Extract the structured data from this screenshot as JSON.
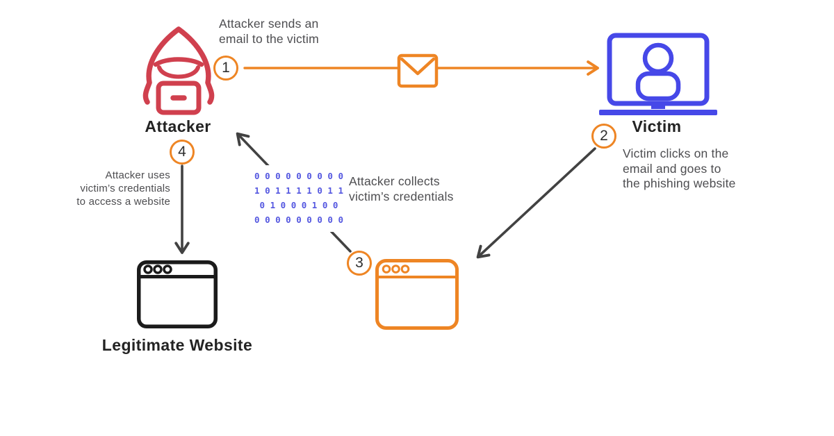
{
  "colors": {
    "red": "#d0404e",
    "orange": "#ee8524",
    "blue": "#4648e8",
    "binary_blue": "#5457e0",
    "arrow": "#424242",
    "caption_text": "#4d4d50",
    "label_text": "#232323"
  },
  "nodes": {
    "attacker": {
      "label": "Attacker",
      "icon": "hooded-hacker-with-laptop"
    },
    "victim": {
      "label": "Victim",
      "icon": "laptop-with-user"
    },
    "phishing_website": {
      "icon": "browser-window-orange"
    },
    "legitimate_website": {
      "label": "Legitimate Website",
      "icon": "browser-window-black"
    },
    "email": {
      "icon": "envelope"
    }
  },
  "steps": [
    {
      "number": "1",
      "caption": "Attacker sends an\nemail to the victim"
    },
    {
      "number": "2",
      "caption": "Victim clicks on the\nemail and goes to\nthe phishing website"
    },
    {
      "number": "3",
      "caption": "Attacker collects\nvictim’s credentials"
    },
    {
      "number": "4",
      "caption": "Attacker uses\nvictim’s credentials\nto access a website"
    }
  ],
  "binary": {
    "rows": [
      "0 0 0 0 0 0 0 0 0",
      "1 0 1 1 1 1 0 1 1",
      "0 1 0 0 0 1 0 0",
      "0 0 0 0 0 0 0 0 0"
    ]
  }
}
